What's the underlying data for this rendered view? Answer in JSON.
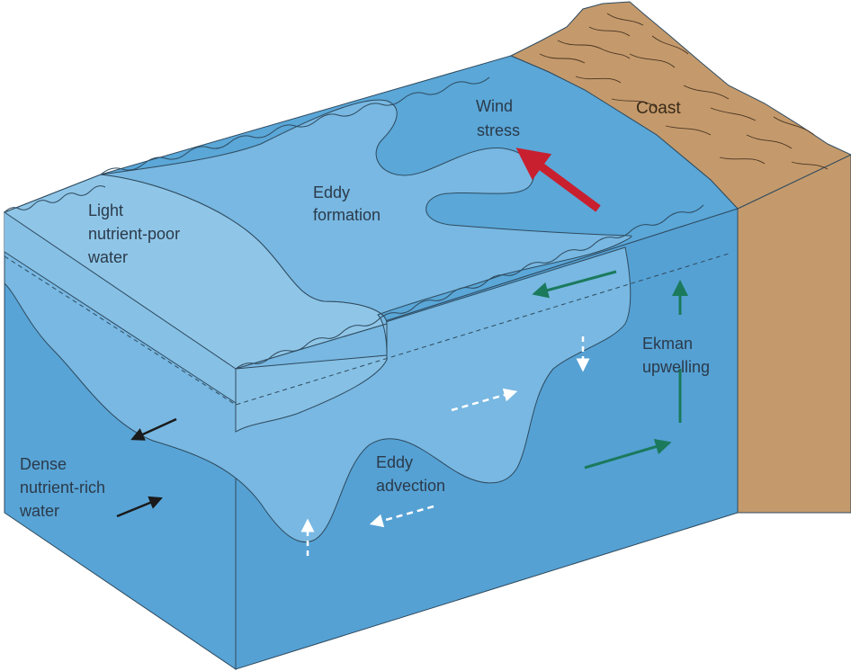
{
  "labels": {
    "wind_stress": [
      "Wind",
      "stress"
    ],
    "coast": "Coast",
    "eddy_formation": [
      "Eddy",
      "formation"
    ],
    "light_water": [
      "Light",
      "nutrient-poor",
      "water"
    ],
    "ekman": [
      "Ekman",
      "upwelling"
    ],
    "eddy_advection": [
      "Eddy",
      "advection"
    ],
    "dense_water": [
      "Dense",
      "nutrient-rich",
      "water"
    ]
  },
  "colors": {
    "ocean_top": "#5aa7d8",
    "ocean_front": "#58a4d6",
    "light_water_top": "#8fc6e8",
    "light_water_front": "#86c0e5",
    "eddy_water": "#78b8e2",
    "coast_land": "#c49a6c",
    "outline": "#2f4a5e",
    "wind_arrow": "#c8202f",
    "upwelling_arrow": "#1b7a5c",
    "dense_arrow": "#1a1a1a",
    "advection_arrow": "#ffffff"
  }
}
